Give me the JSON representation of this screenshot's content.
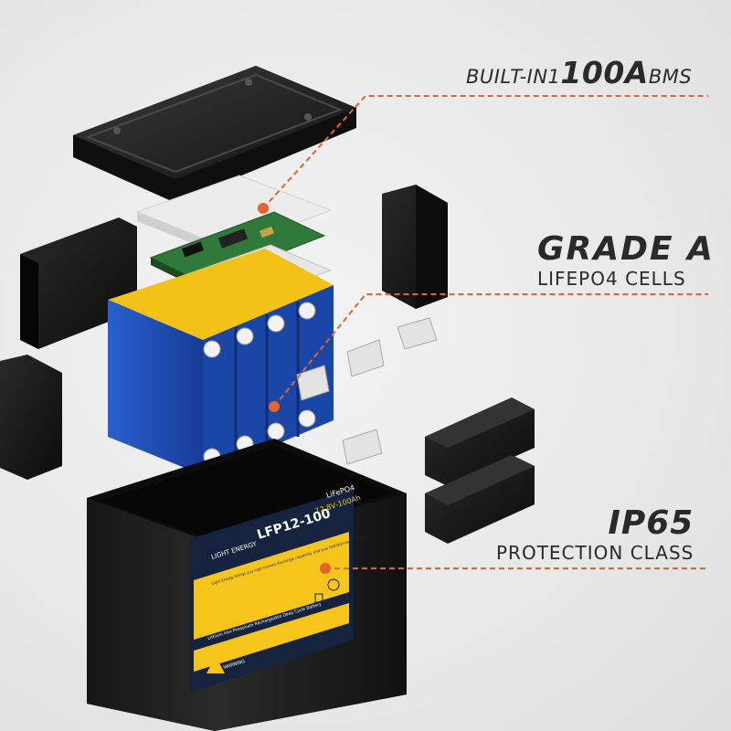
{
  "callouts": {
    "bms": {
      "prefix": "BUILT-IN1",
      "value": "100A",
      "suffix": "BMS"
    },
    "cells": {
      "title": "GRADE  A",
      "subtitle": "LIFEPO4 CELLS"
    },
    "protection": {
      "title": "IP65",
      "subtitle": "PROTECTION CLASS"
    }
  },
  "label": {
    "brand": "LIGHT ENERGY",
    "model": "LFP12-100",
    "chem": "LiFePO4",
    "rating": "12.8V-100Ah",
    "banner": "Lithium Iron Phosphate Rechargeable Deep Cycle Battery",
    "tagline": "Light Energy brings you high-current discharge capability and Low Self-Discharge Battery",
    "warning": "WARNING"
  },
  "colors": {
    "accent": "#e8632a",
    "cell_blue": "#1f4fb8",
    "cell_top": "#f2c316",
    "case": "#1b1b1b",
    "label_yellow": "#f5c51c",
    "label_navy": "#16233f"
  },
  "icons": [
    "recycle-icon",
    "bin-icon",
    "warning-triangle-icon"
  ]
}
